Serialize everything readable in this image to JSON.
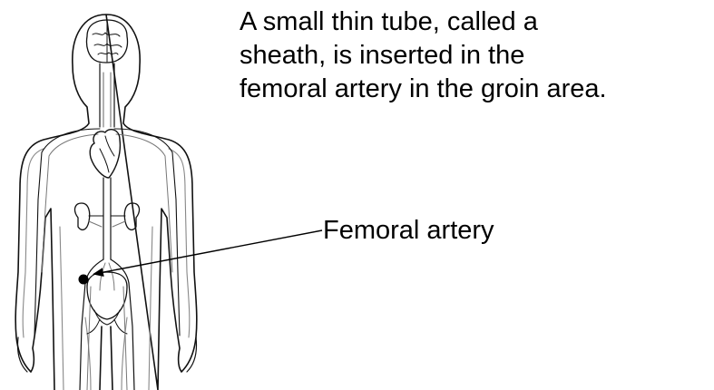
{
  "caption": {
    "lines": [
      "A small thin tube, called a",
      "sheath, is inserted in the",
      "femoral artery in the groin area."
    ]
  },
  "callout": {
    "label": "Femoral artery"
  }
}
